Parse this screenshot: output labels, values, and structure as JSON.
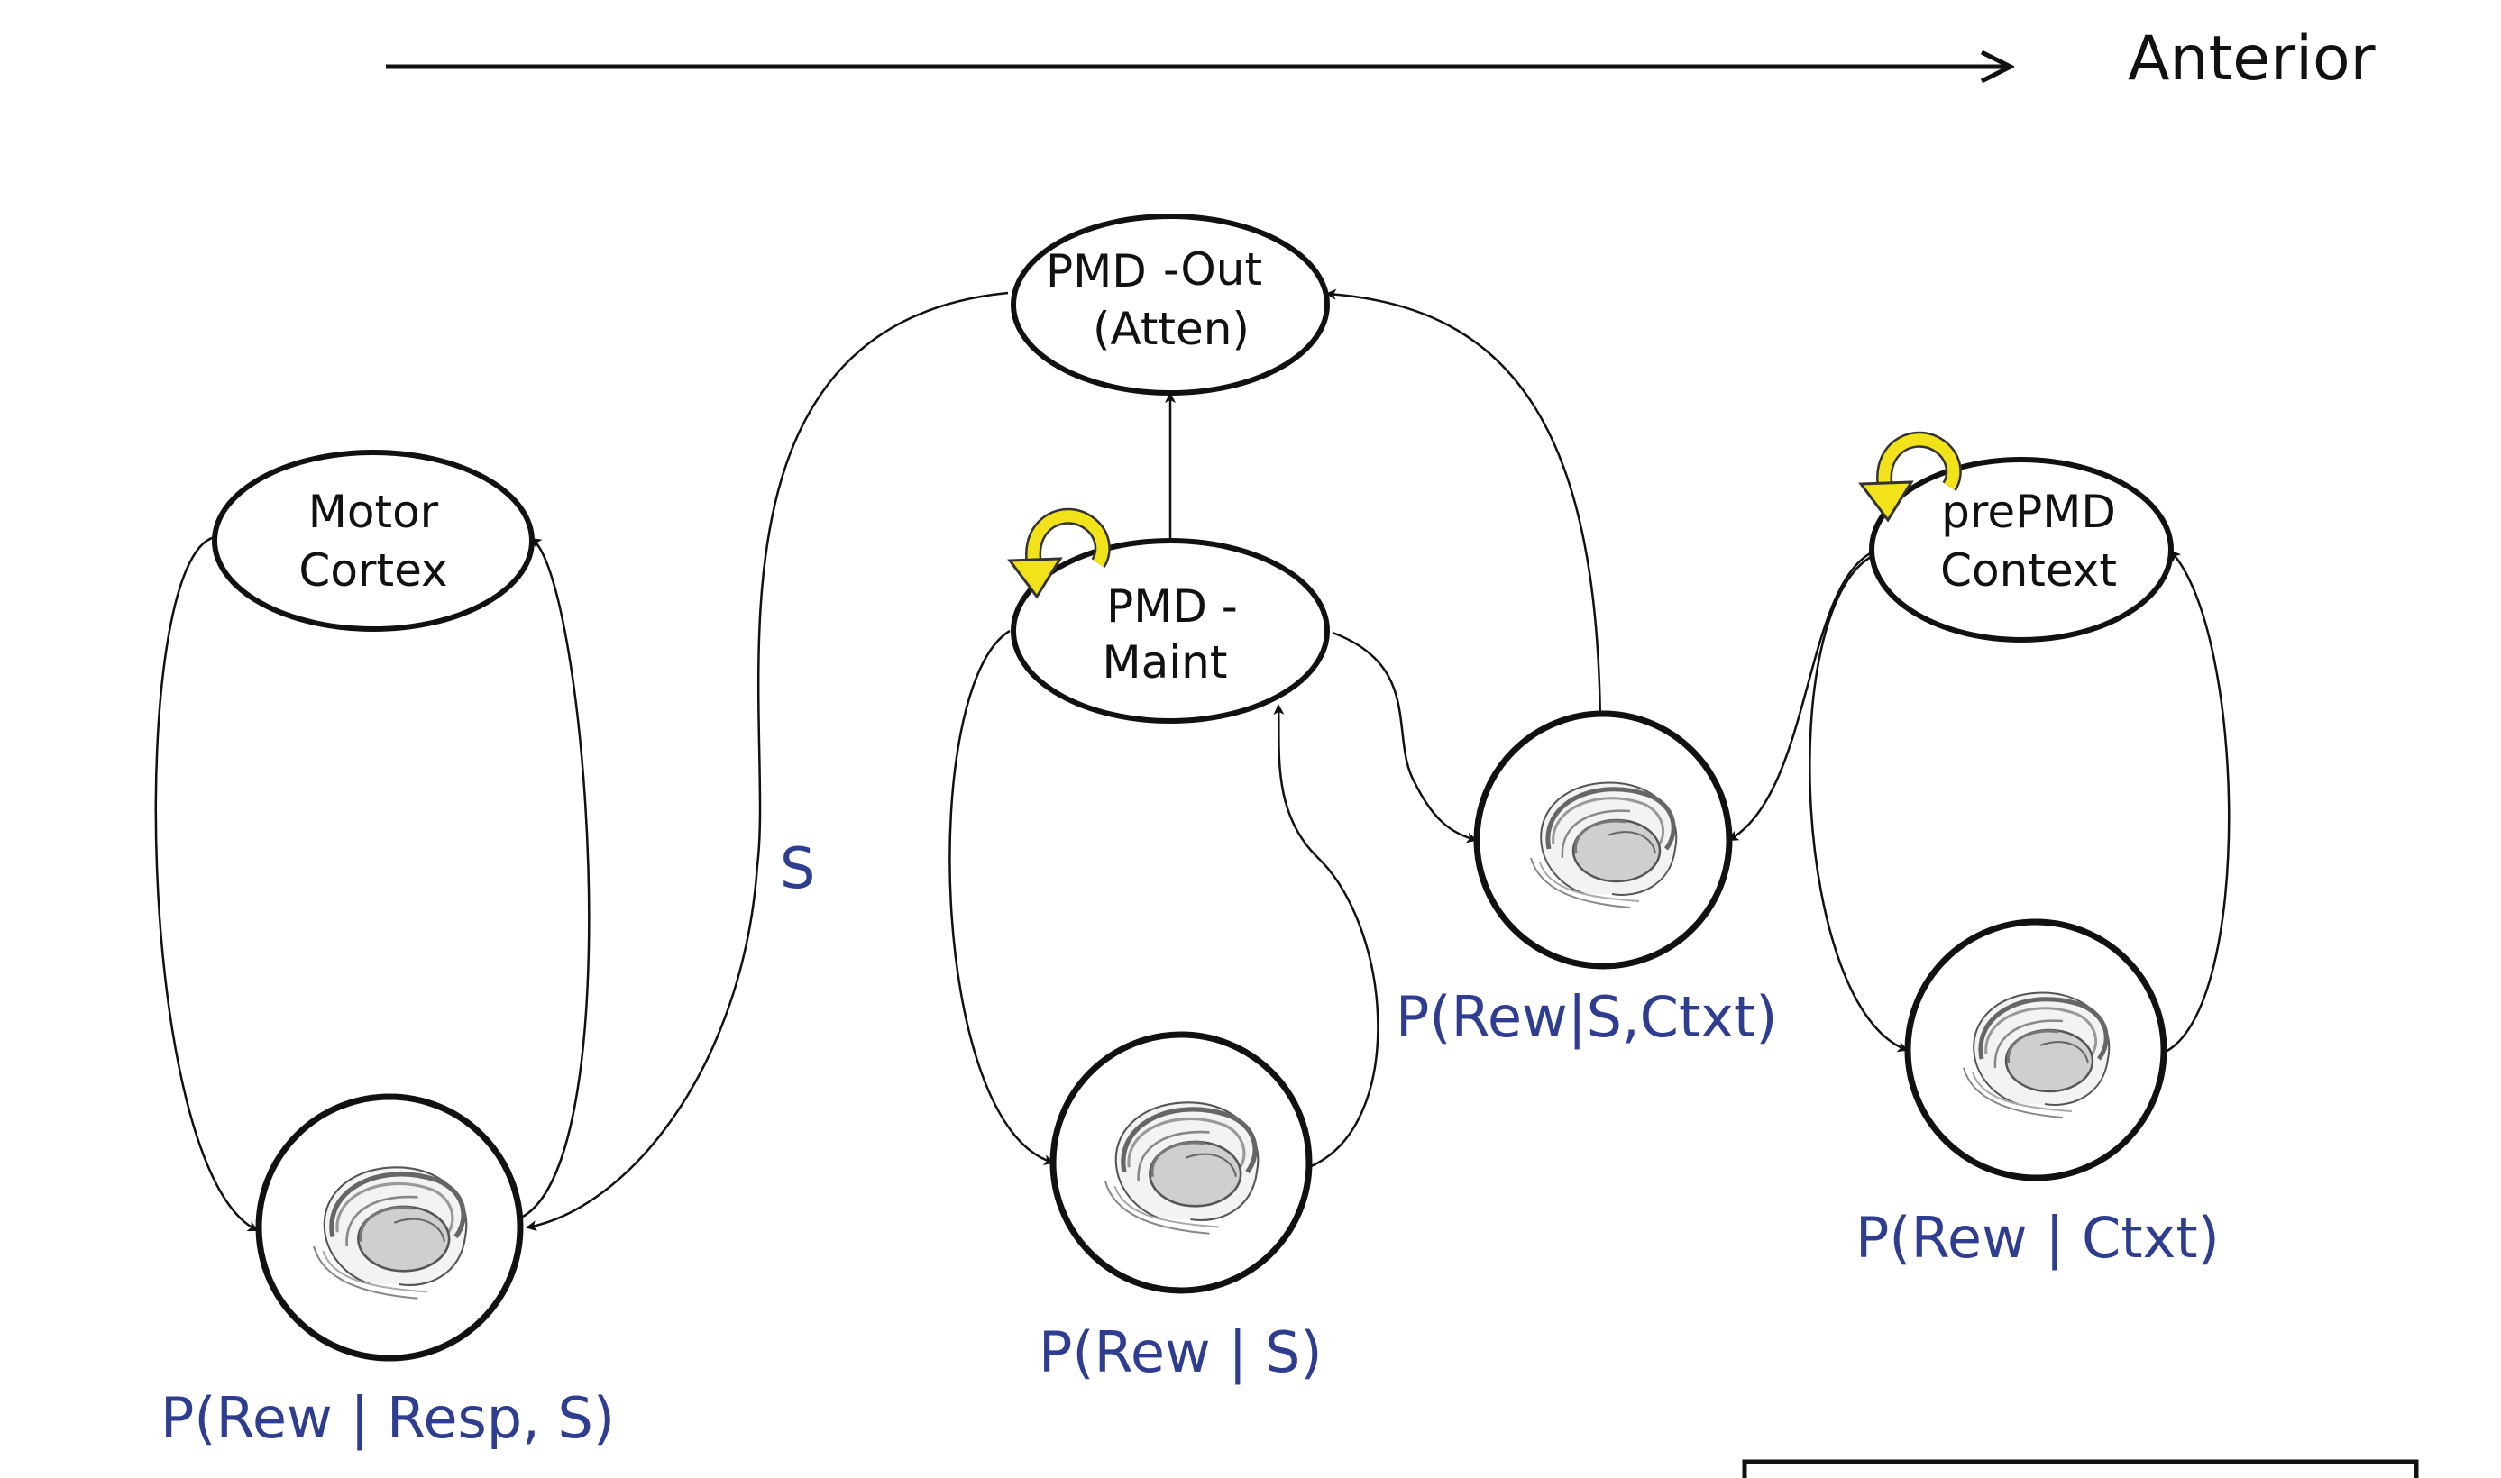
{
  "axis": {
    "label": "Anterior"
  },
  "nodes": {
    "pmd_out": {
      "line1": "PMD",
      "line1b": "-Out",
      "line2": "(Atten)"
    },
    "motor": {
      "line1": "Motor",
      "line2": "Cortex"
    },
    "pmd_maint": {
      "line1": "PMD -",
      "line2": "Maint"
    },
    "prepmd": {
      "line1": "prePMD",
      "line2": "Context"
    }
  },
  "labels": {
    "s": "S",
    "rew_resp_s": "P(Rew | Resp, S)",
    "rew_s": "P(Rew | S)",
    "rew_s_ctxt": "P(Rew|S,Ctxt)",
    "rew_ctxt": "P(Rew | Ctxt)"
  },
  "colors": {
    "label_blue": "#2e3d8f",
    "self_loop_yellow": "#f2e21a",
    "stroke": "#111111"
  },
  "icons": {
    "basal_ganglia": "basal-ganglia-icon",
    "self_loop": "self-loop-arrow-icon"
  }
}
